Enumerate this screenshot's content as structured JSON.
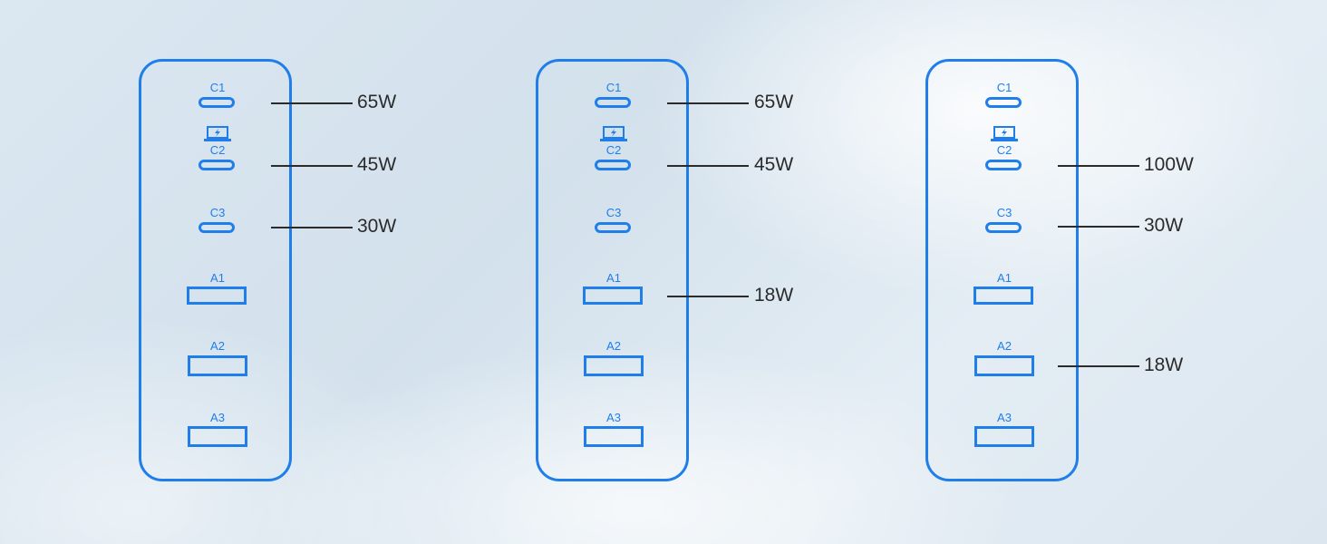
{
  "accent_color": "#1f7eea",
  "ports": [
    {
      "id": "c1",
      "label": "C1"
    },
    {
      "id": "c2",
      "label": "C2"
    },
    {
      "id": "c3",
      "label": "C3"
    },
    {
      "id": "a1",
      "label": "A1"
    },
    {
      "id": "a2",
      "label": "A2"
    },
    {
      "id": "a3",
      "label": "A3"
    }
  ],
  "c2_icon": "laptop-charging-icon",
  "configurations": [
    {
      "outputs": [
        {
          "port": "C1",
          "watts": "65W"
        },
        {
          "port": "C2",
          "watts": "45W"
        },
        {
          "port": "C3",
          "watts": "30W"
        }
      ]
    },
    {
      "outputs": [
        {
          "port": "C1",
          "watts": "65W"
        },
        {
          "port": "C2",
          "watts": "45W"
        },
        {
          "port": "A1",
          "watts": "18W"
        }
      ]
    },
    {
      "outputs": [
        {
          "port": "C2",
          "watts": "100W"
        },
        {
          "port": "C3",
          "watts": "30W"
        },
        {
          "port": "A2",
          "watts": "18W"
        }
      ]
    }
  ]
}
